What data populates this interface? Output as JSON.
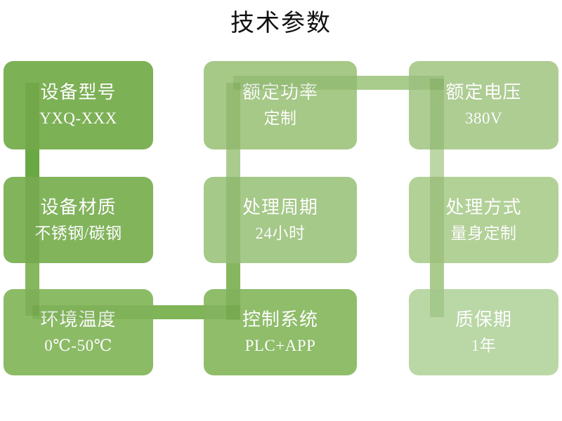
{
  "title": "技术参数",
  "theme": {
    "card_colors": [
      "#7db155",
      "#a6c987",
      "#aecd93",
      "#82b45c",
      "#a5c988",
      "#b2d197",
      "#8cbb66",
      "#8fbd6a",
      "#bad8a6"
    ],
    "connector_dark": "#6aa844",
    "connector_mid": "#86b75e",
    "connector_light": "#a9cc8d",
    "connector_pale": "#bcd6a5",
    "text_color": "#ffffff",
    "title_color": "#111111",
    "background": "#ffffff"
  },
  "cards": [
    {
      "label": "设备型号",
      "value": "YXQ-XXX"
    },
    {
      "label": "额定功率",
      "value": "定制"
    },
    {
      "label": "额定电压",
      "value": "380V"
    },
    {
      "label": "设备材质",
      "value": "不锈钢/碳钢"
    },
    {
      "label": "处理周期",
      "value": "24小时"
    },
    {
      "label": "处理方式",
      "value": "量身定制"
    },
    {
      "label": "环境温度",
      "value": "0℃-50℃"
    },
    {
      "label": "控制系统",
      "value": "PLC+APP"
    },
    {
      "label": "质保期",
      "value": "1年"
    }
  ]
}
